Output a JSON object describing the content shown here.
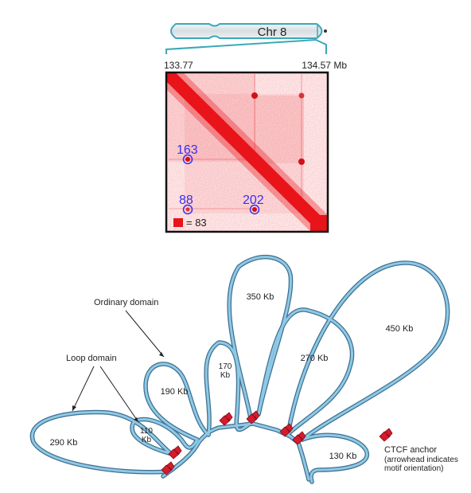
{
  "chromosome": {
    "name": "Chr 8",
    "start": "133.77",
    "end": "134.57 Mb"
  },
  "hic_map": {
    "loops": [
      {
        "label": "163"
      },
      {
        "label": "88"
      },
      {
        "label": "202"
      }
    ],
    "scale_label": "= 83",
    "colors": {
      "signal": "#e8141a",
      "loop_circle": "#3a2ff0",
      "frame": "#111111"
    }
  },
  "domains": {
    "callouts": {
      "ordinary": "Ordinary domain",
      "loop": "Loop domain"
    },
    "loops": [
      {
        "size": "290 Kb"
      },
      {
        "size": "110",
        "size_unit": "Kb"
      },
      {
        "size": "190 Kb"
      },
      {
        "size": "170",
        "size_unit": "Kb"
      },
      {
        "size": "350 Kb"
      },
      {
        "size": "270 Kb"
      },
      {
        "size": "450 Kb"
      },
      {
        "size": "130 Kb"
      }
    ],
    "legend": {
      "title": "CTCF anchor",
      "note_line1": "(arrowhead indicates",
      "note_line2": "motif orientation)"
    },
    "colors": {
      "fiber_edge": "#3f6f8f",
      "fiber_fill": "#8ec9e6",
      "ctcf": "#d71a2c",
      "ctcf_edge": "#7a0d18"
    }
  }
}
